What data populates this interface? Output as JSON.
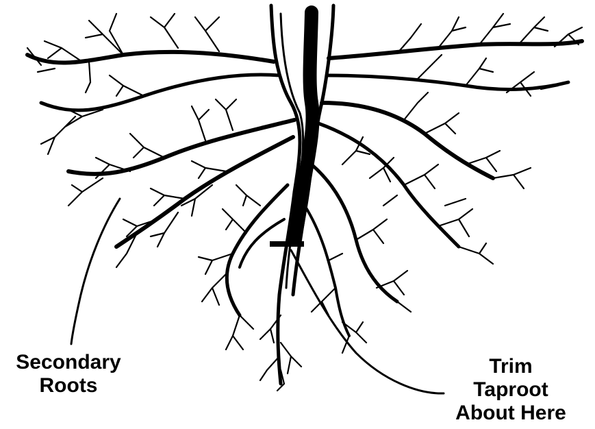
{
  "diagram": {
    "colors": {
      "ink": "#000000",
      "background": "#ffffff"
    },
    "labels": {
      "secondary_roots": {
        "line1": "Secondary",
        "line2": "Roots"
      },
      "trim_taproot": {
        "line1": "Trim",
        "line2": "Taproot",
        "line3": "About Here"
      }
    }
  }
}
